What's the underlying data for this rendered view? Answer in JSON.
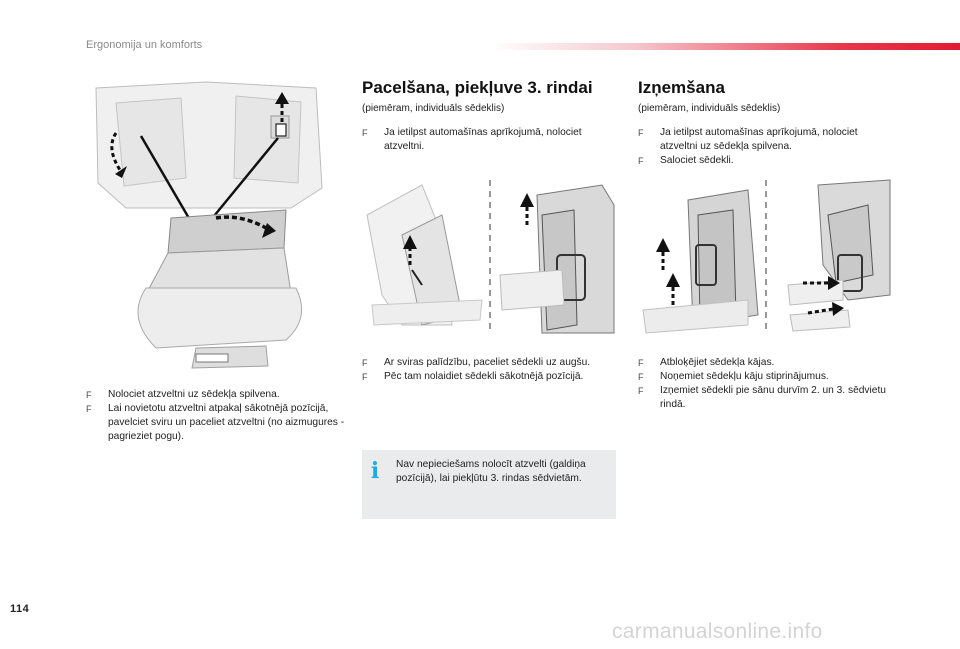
{
  "header": {
    "title": "Ergonomija un komforts"
  },
  "page_number": "114",
  "watermark": "carmanualsonline.info",
  "left_column": {
    "bullets": [
      "Nolociet atzveltni uz sēdekļa spilvena.",
      "Lai novietotu atzveltni atpakaļ sākotnējā pozīcijā, pavelciet sviru un paceliet atzveltni (no aizmugures - pagrieziet pogu)."
    ]
  },
  "middle_column": {
    "heading": "Pacelšana, piekļuve 3. rindai",
    "subtitle": "(piemēram, individuāls sēdeklis)",
    "bullets_top": [
      "Ja ietilpst automašīnas aprīkojumā, nolociet atzveltni."
    ],
    "bullets_bottom": [
      "Ar sviras palīdzību, paceliet sēdekli uz augšu.",
      "Pēc tam nolaidiet sēdekli sākotnējā pozīcijā."
    ],
    "info_note": "Nav nepieciešams nolocīt atzvelti (galdiņa pozīcijā), lai piekļūtu 3. rindas sēdvietām."
  },
  "right_column": {
    "heading": "Izņemšana",
    "subtitle": "(piemēram, individuāls sēdeklis)",
    "bullets_top": [
      "Ja ietilpst automašīnas aprīkojumā, nolociet atzveltni uz sēdekļa spilvena.",
      "Salociet sēdekli."
    ],
    "bullets_bottom": [
      "Atbloķējiet sēdekļa kājas.",
      "Noņemiet sēdekļu kāju stiprinājumus.",
      "Izņemiet sēdekli pie sānu durvīm 2. un 3. sēdvietu rindā."
    ]
  },
  "bullet_marker": "F",
  "info_icon_glyph": "i",
  "colors": {
    "accent_red": "#e21b33",
    "info_blue": "#23a9e1",
    "info_bg": "#e9ebec"
  }
}
